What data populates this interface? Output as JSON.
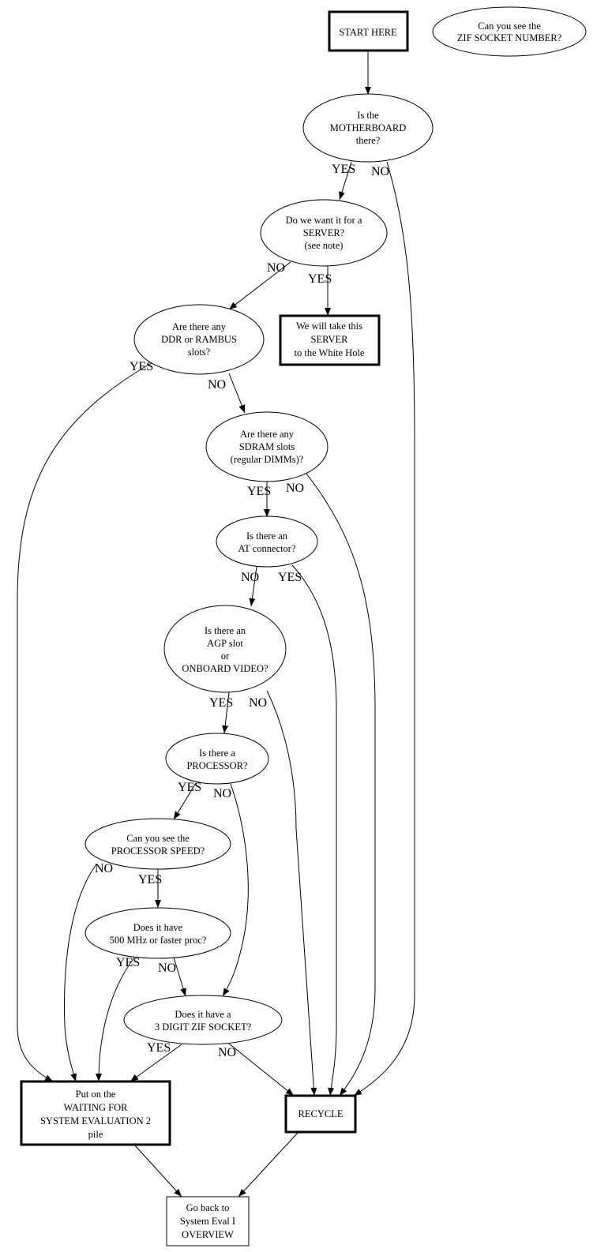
{
  "nodes": {
    "start": [
      "START HERE"
    ],
    "zif_number": [
      "Can you see the",
      "ZIF SOCKET NUMBER?"
    ],
    "motherboard": [
      "Is the",
      "MOTHERBOARD",
      "there?"
    ],
    "server": [
      "Do we want it for a",
      "SERVER?",
      "(see note)"
    ],
    "take_server": [
      "We will take this",
      "SERVER",
      "to the White Hole"
    ],
    "ddr": [
      "Are there any",
      "DDR or RAMBUS",
      "slots?"
    ],
    "sdram": [
      "Are there any",
      "SDRAM slots",
      "(regular DIMMs)?"
    ],
    "at": [
      "Is there an",
      "AT connector?"
    ],
    "agp": [
      "Is there an",
      "AGP slot",
      "or",
      "ONBOARD VIDEO?"
    ],
    "processor": [
      "Is there a",
      "PROCESSOR?"
    ],
    "speed": [
      "Can you see the",
      "PROCESSOR SPEED?"
    ],
    "mhz": [
      "Does it have",
      "500 MHz or faster proc?"
    ],
    "zif3": [
      "Does it have a",
      "3 DIGIT ZIF SOCKET?"
    ],
    "waiting": [
      "Put on the",
      "WAITING FOR",
      "SYSTEM EVALUATION 2",
      "pile"
    ],
    "recycle": [
      "RECYCLE"
    ],
    "go_back": [
      "Go back to",
      "System Eval I",
      "OVERVIEW"
    ]
  },
  "edge_labels": {
    "mb_yes": "YES",
    "mb_no": "NO",
    "server_no": "NO",
    "server_yes": "YES",
    "ddr_yes": "YES",
    "ddr_no": "NO",
    "sdram_yes": "YES",
    "sdram_no": "NO",
    "at_no": "NO",
    "at_yes": "YES",
    "agp_yes": "YES",
    "agp_no": "NO",
    "proc_yes": "YES",
    "proc_no": "NO",
    "speed_no": "NO",
    "speed_yes": "YES",
    "mhz_yes": "YES",
    "mhz_no": "NO",
    "zif3_yes": "YES",
    "zif3_no": "NO"
  }
}
